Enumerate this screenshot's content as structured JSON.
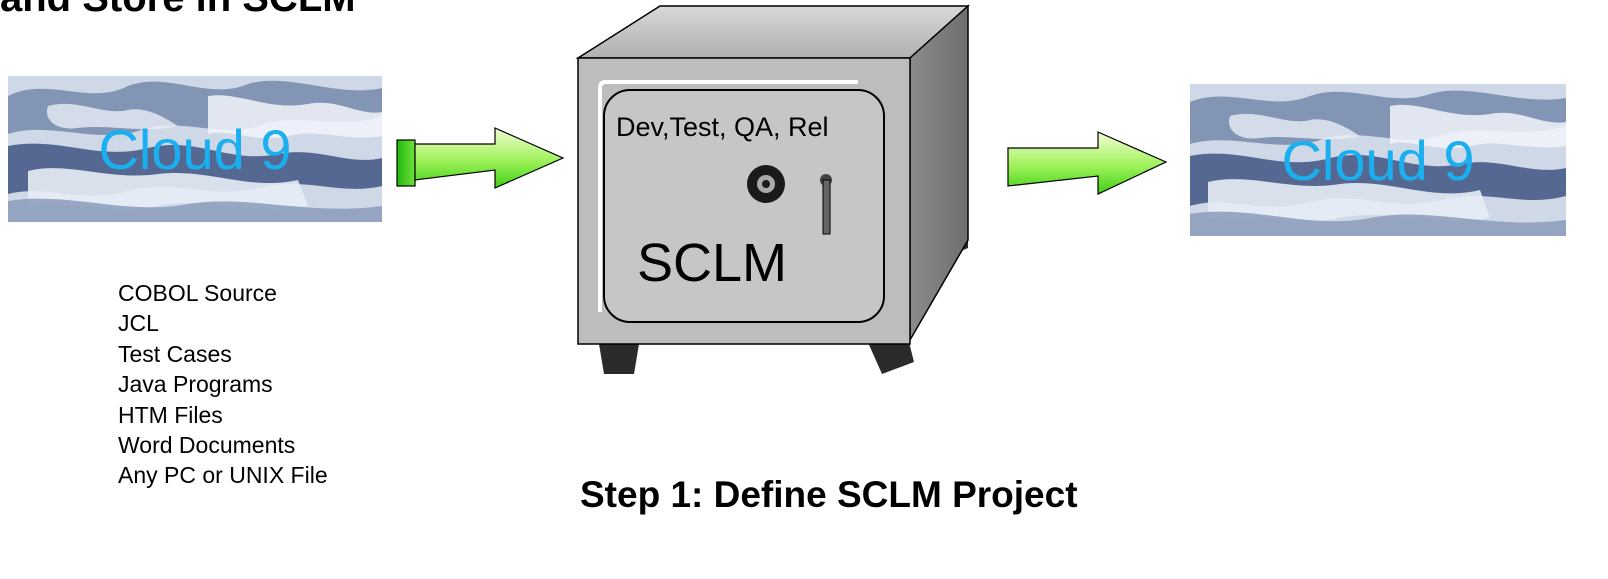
{
  "title_fragment": "and Store in SCLM",
  "left_cloud": {
    "label": "Cloud 9"
  },
  "right_cloud": {
    "label": "Cloud 9"
  },
  "safe": {
    "stages": "Dev,Test, QA, Rel",
    "name": "SCLM"
  },
  "file_types": [
    "COBOL Source",
    "JCL",
    "Test Cases",
    "Java Programs",
    "HTM Files",
    "Word Documents",
    "Any PC or UNIX File"
  ],
  "step_caption": "Step 1: Define SCLM Project",
  "colors": {
    "cloud_text": "#1ab0f0",
    "arrow_fill_light": "#e4fcb4",
    "arrow_fill_dark": "#2ecc12",
    "safe_body": "#bdbdbd",
    "safe_shadow": "#7a7a7a"
  }
}
